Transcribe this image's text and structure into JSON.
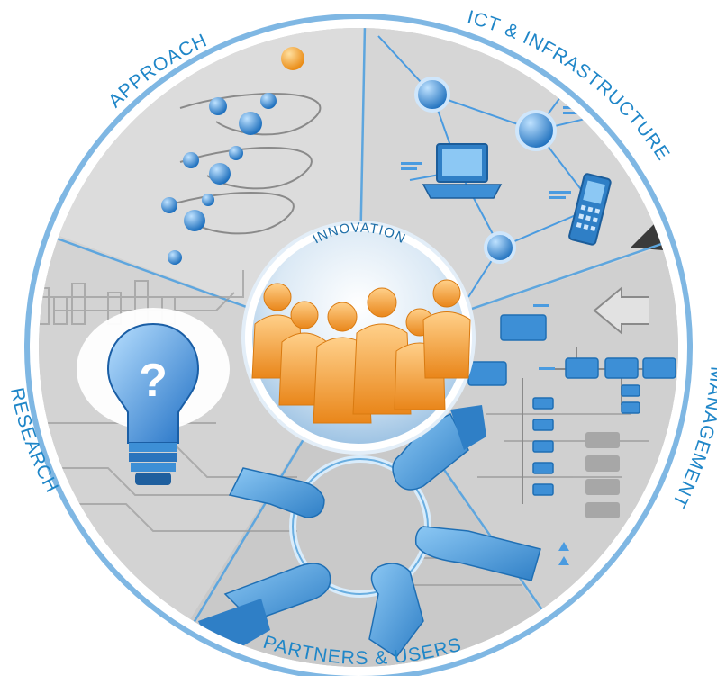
{
  "diagram": {
    "center": {
      "label": "INNOVATION"
    },
    "segments": [
      {
        "id": "approach",
        "label": "APPROACH"
      },
      {
        "id": "ict",
        "label": "ICT & INFRASTRUCTURE"
      },
      {
        "id": "management",
        "label": "MANAGEMENT"
      },
      {
        "id": "partners",
        "label": "PARTNERS & USERS"
      },
      {
        "id": "research",
        "label": "RESEARCH"
      }
    ],
    "icons": {
      "research": "lightbulb-question-icon",
      "approach": "molecule-helix-icon",
      "ict": "network-devices-icon",
      "management": "org-chart-icon",
      "partners": "joined-hands-icon",
      "center": "people-group-icon"
    },
    "colors": {
      "ring": "#6aaee0",
      "accent": "#1f86c8",
      "people": "#f39a2a",
      "panel": "#d2d2d2",
      "icon_blue": "#3d8fd6"
    }
  }
}
